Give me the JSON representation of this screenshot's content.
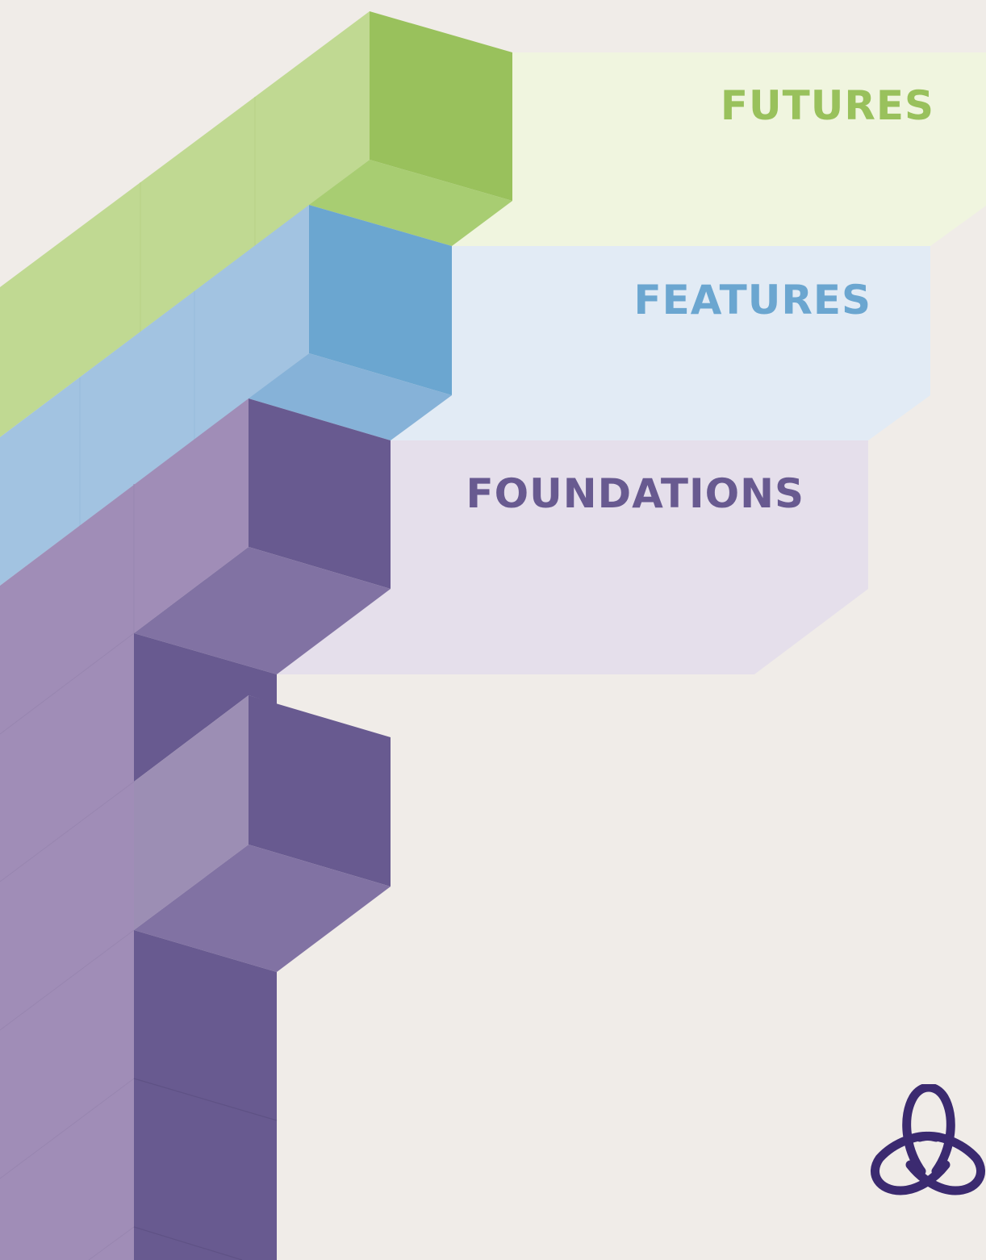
{
  "labels": {
    "futures": "FUTURES",
    "features": "FEATURES",
    "foundations": "FOUNDATIONS"
  },
  "colors": {
    "background": "#f0ece8",
    "futures_text": "#99c15c",
    "futures_panel": "#f0f5df",
    "features_text": "#6ba6d0",
    "features_panel": "#e2ebf5",
    "foundations_text": "#685a90",
    "foundations_panel": "#e5dfeb",
    "logo": "#3b2a70"
  },
  "logo": {
    "icon": "triquetra-icon"
  }
}
